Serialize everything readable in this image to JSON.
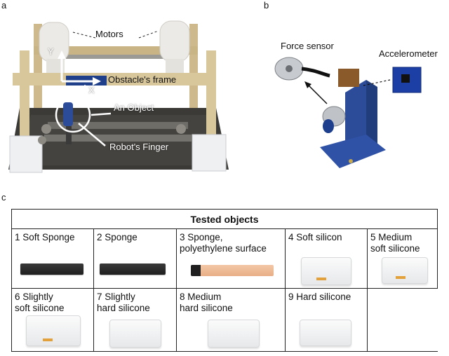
{
  "panel_letters": {
    "a": "a",
    "b": "b",
    "c": "c"
  },
  "panel_a": {
    "labels": {
      "motors": "Motors",
      "axis_y": "Y",
      "axis_x": "X",
      "obstacle_frame": "Obstacle's frame",
      "an_object": "An Object",
      "robot_finger": "Robot's Finger"
    }
  },
  "panel_b": {
    "labels": {
      "force_sensor": "Force sensor",
      "accelerometer": "Accelerometer"
    }
  },
  "panel_c": {
    "title": "Tested objects",
    "objects": [
      {
        "label": "1 Soft Sponge",
        "kind": "dark-sponge"
      },
      {
        "label": "2 Sponge",
        "kind": "dark-sponge"
      },
      {
        "label": "3 Sponge,\npolyethylene surface",
        "kind": "pe-sponge"
      },
      {
        "label": "4 Soft silicon",
        "kind": "silicone"
      },
      {
        "label": "5 Medium\nsoft silicone",
        "kind": "silicone"
      },
      {
        "label": "6 Slightly\nsoft silicone",
        "kind": "silicone"
      },
      {
        "label": "7 Slightly\nhard silicone",
        "kind": "silicone"
      },
      {
        "label": "8 Medium\nhard silicone",
        "kind": "silicone"
      },
      {
        "label": "9 Hard silicone",
        "kind": "silicone"
      }
    ]
  },
  "colors": {
    "frame_wood": "#d9c79c",
    "motor_white": "#eceae6",
    "obstacle_blue": "#1f3f8a",
    "base_dark": "#3b3a37",
    "sensor_blue": "#2c4c9a",
    "accelerometer_blue": "#1c3fa6"
  }
}
